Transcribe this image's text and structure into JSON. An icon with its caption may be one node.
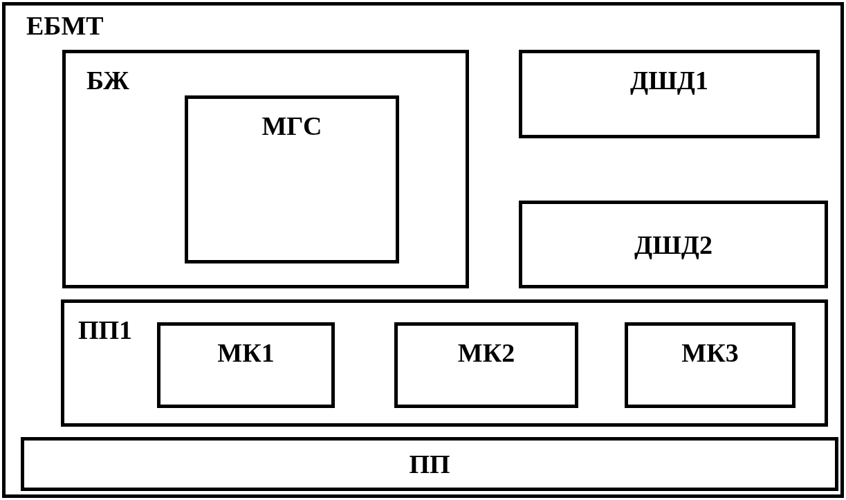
{
  "diagram": {
    "nodes": [
      {
        "text": [
          "ЕБМТ"
        ]
      },
      {
        "text": [
          "БЖ"
        ],
        "in": 0
      },
      {
        "text": [
          "МГС"
        ],
        "in": 1
      },
      {
        "text": [
          "ДШД1"
        ],
        "in": 0
      },
      {
        "text": [
          "ДШД2"
        ],
        "in": 0
      },
      {
        "text": [
          "ПП1"
        ],
        "in": 0
      },
      {
        "text": [
          "МК1"
        ],
        "in": 5
      },
      {
        "text": [
          "МК2"
        ],
        "in": 5
      },
      {
        "text": [
          "МК3"
        ],
        "in": 5
      },
      {
        "text": [
          "ПП"
        ],
        "in": 0
      }
    ],
    "edges": []
  }
}
